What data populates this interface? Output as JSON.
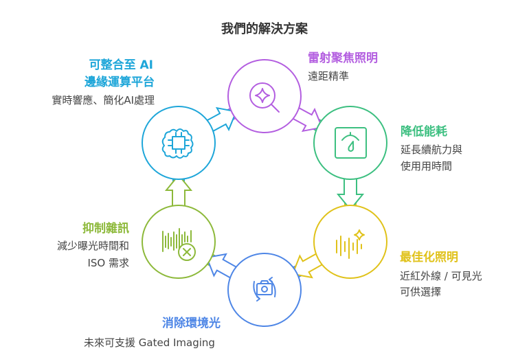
{
  "title": "我們的解決方案",
  "colors": {
    "purple": "#b35ee0",
    "green": "#3cbf80",
    "yellow": "#e0c21a",
    "blue": "#4e86e6",
    "olive": "#8db93a",
    "cyan": "#1ea6d9"
  },
  "nodes": [
    {
      "id": "laser",
      "title": "雷射聚焦照明",
      "desc": [
        "遠距精準"
      ],
      "icon": "search-sparkle-icon",
      "color": "#b35ee0"
    },
    {
      "id": "power",
      "title": "降低能耗",
      "desc": [
        "延長續航力與",
        "使用用時間"
      ],
      "icon": "gauge-icon",
      "color": "#3cbf80"
    },
    {
      "id": "lighting",
      "title": "最佳化照明",
      "desc": [
        "近紅外線 / 可見光",
        "可供選擇"
      ],
      "icon": "sound-sparkle-icon",
      "color": "#e0c21a"
    },
    {
      "id": "ambient",
      "title": "消除環境光",
      "desc": [
        "未來可支援 Gated Imaging"
      ],
      "icon": "camera-rotate-icon",
      "color": "#4e86e6"
    },
    {
      "id": "noise",
      "title": "抑制雜訊",
      "desc": [
        "減少曝光時間和",
        "ISO 需求"
      ],
      "icon": "noise-cancel-icon",
      "color": "#8db93a"
    },
    {
      "id": "edge",
      "title": [
        "可整合至 AI",
        "邊緣運算平台"
      ],
      "desc": [
        "實時響應、簡化AI處理"
      ],
      "icon": "ai-brain-chip-icon",
      "color": "#1ea6d9"
    }
  ]
}
